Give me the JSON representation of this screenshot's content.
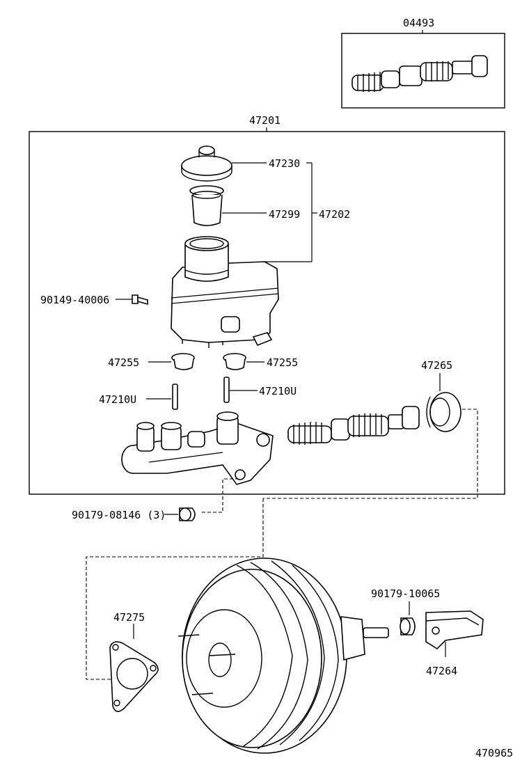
{
  "labels": {
    "p04493": "04493",
    "p47201": "47201",
    "p47230": "47230",
    "p47299": "47299",
    "p47202": "47202",
    "p90149": "90149-40006",
    "p47255a": "47255",
    "p47255b": "47255",
    "p47265": "47265",
    "p47210a": "47210U",
    "p47210b": "47210U",
    "p90179a": "90179-08146 (3)",
    "p90179b": "90179-10065",
    "p47275": "47275",
    "p47264": "47264",
    "fig": "470965"
  }
}
